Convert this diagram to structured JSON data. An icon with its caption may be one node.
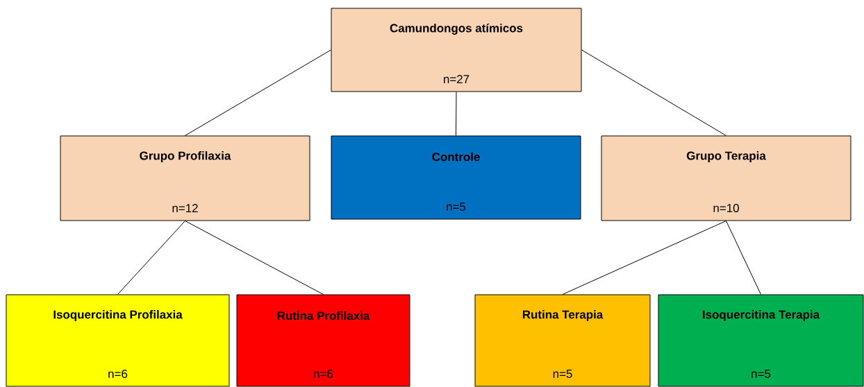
{
  "diagram": {
    "nodes": [
      {
        "text": [
          "Camundongos atímicos",
          "n=27"
        ]
      },
      {
        "text": [
          "Grupo Profilaxia",
          "n=12"
        ]
      },
      {
        "text": [
          "Controle",
          "n=5"
        ]
      },
      {
        "text": [
          "Grupo Terapia",
          "n=10"
        ]
      },
      {
        "text": [
          "Isoquercitina Profilaxia",
          "n=6"
        ]
      },
      {
        "text": [
          "Rutina Profilaxia",
          "n=6"
        ]
      },
      {
        "text": [
          "Rutina Terapia",
          "n=5"
        ]
      },
      {
        "text": [
          "Isoquercitina Terapia",
          "n=5"
        ]
      }
    ],
    "edges": [
      {
        "from": 0,
        "to": 1,
        "arrow": "none"
      },
      {
        "from": 0,
        "to": 2,
        "arrow": "none"
      },
      {
        "from": 0,
        "to": 3,
        "arrow": "none"
      },
      {
        "from": 1,
        "to": 4,
        "arrow": "none"
      },
      {
        "from": 1,
        "to": 5,
        "arrow": "none"
      },
      {
        "from": 3,
        "to": 6,
        "arrow": "none"
      },
      {
        "from": 3,
        "to": 7,
        "arrow": "none"
      }
    ]
  }
}
